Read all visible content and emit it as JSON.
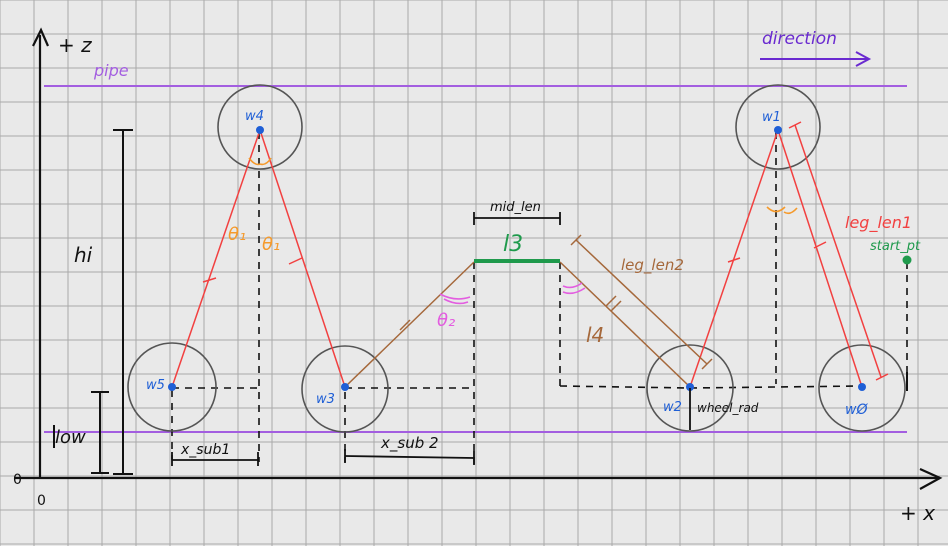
{
  "axes": {
    "z_label": "+ z",
    "x_label": "+ x",
    "origin_left": "0",
    "origin_bottom": "0"
  },
  "pipe": {
    "label": "pipe"
  },
  "direction": {
    "label": "direction"
  },
  "wheels": {
    "w0": "wØ",
    "w1": "w1",
    "w2": "w2",
    "w3": "w3",
    "w4": "w4",
    "w5": "w5"
  },
  "labels": {
    "hi": "hi",
    "low": "low",
    "x_sub1": "x_sub1",
    "x_sub2": "x_sub 2",
    "mid_len": "mid_len",
    "l3": "l3",
    "l4": "l4",
    "leg_len1": "leg_len1",
    "leg_len2": "leg_len2",
    "start_pt": "start_pt",
    "wheel_rad": "wheel_rad",
    "theta1_left": "θ₁",
    "theta1_right": "θ₁",
    "theta2": "θ₂"
  },
  "colors": {
    "background": "#e9e9e9",
    "grid": "#a9a9a9",
    "pipe": "#a35ee0",
    "red_leg": "#f24040",
    "brown_leg": "#a5683b",
    "green": "#1f9a4c",
    "orange": "#f59a2c",
    "magenta": "#e35de0",
    "blue_dot": "#1f5fd6",
    "wheel": "#555555"
  }
}
